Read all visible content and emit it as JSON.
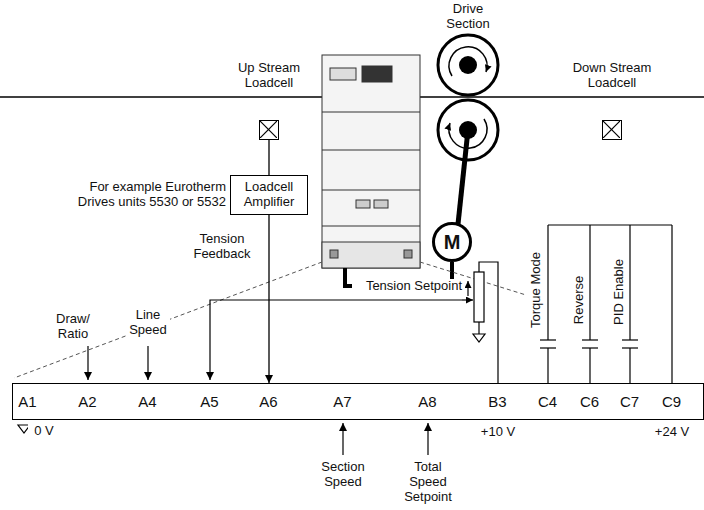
{
  "diagram": {
    "nodes": [
      {
        "text": [
          "Up Stream Loadcell"
        ]
      },
      {
        "text": [
          "Down Stream Loadcell"
        ]
      },
      {
        "text": [
          "Loadcell Amplifier"
        ]
      },
      {
        "text": [
          "M"
        ]
      },
      {
        "text": [
          "A1",
          "A2",
          "A4",
          "A5",
          "A6",
          "A7",
          "A8",
          "B3",
          "C4",
          "C6",
          "C7",
          "C9"
        ]
      }
    ],
    "edges": [
      {
        "from": 0,
        "to": 2,
        "arrow": "none"
      },
      {
        "from": 2,
        "to": 4,
        "arrow": "to"
      }
    ],
    "labels": [
      "Drive Section",
      "For example Eurotherm Drives units 5530 or 5532",
      "Tension Feedback",
      "Tension Setpoint",
      "Draw/ Ratio",
      "Line Speed",
      "Torque Mode",
      "Reverse",
      "PID Enable",
      "0 V",
      "+10 V",
      "+24 V",
      "Section Speed",
      "Total Speed Setpoint"
    ]
  }
}
